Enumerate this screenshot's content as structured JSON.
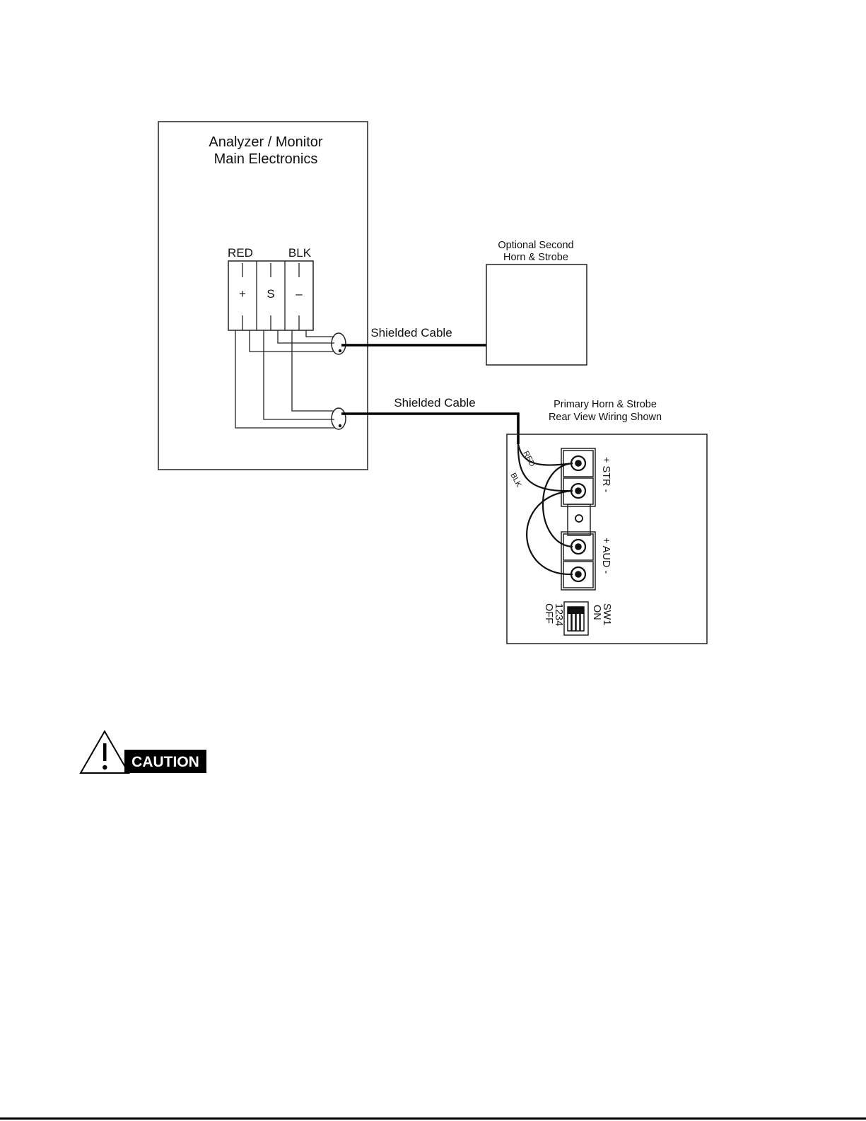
{
  "main_unit": {
    "title_line1": "Analyzer / Monitor",
    "title_line2": "Main Electronics",
    "terminal_labels": {
      "left": "RED",
      "right": "BLK"
    },
    "terminals": [
      "+",
      "S",
      "–"
    ]
  },
  "cables": {
    "upper": "Shielded Cable",
    "lower": "Shielded Cable"
  },
  "secondary_unit": {
    "title_line1": "Optional Second",
    "title_line2": "Horn & Strobe"
  },
  "primary_unit": {
    "title_line1": "Primary Horn & Strobe",
    "title_line2": "Rear View Wiring Shown",
    "wire_red": "RED",
    "wire_blk": "BLK",
    "strobe_label": "+ STR -",
    "audio_label": "+ AUD -",
    "switch_on_label": "SW1",
    "switch_on_label2": "ON",
    "switch_off_label": "1234",
    "switch_off_label2": "OFF"
  },
  "caution": {
    "label": "CAUTION"
  },
  "colors": {
    "line": "#111111",
    "badge_bg": "#000000",
    "badge_text": "#ffffff"
  }
}
